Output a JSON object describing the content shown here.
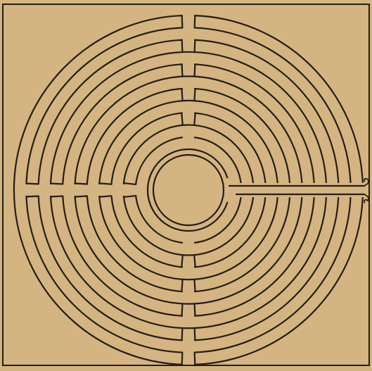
{
  "figure": {
    "style": "classical eleven-circuit circular labyrinth engraving",
    "circuit_count": 11,
    "entrance_side": "right",
    "colors": {
      "paper": "#d4b481",
      "ink": "#241d16"
    }
  }
}
